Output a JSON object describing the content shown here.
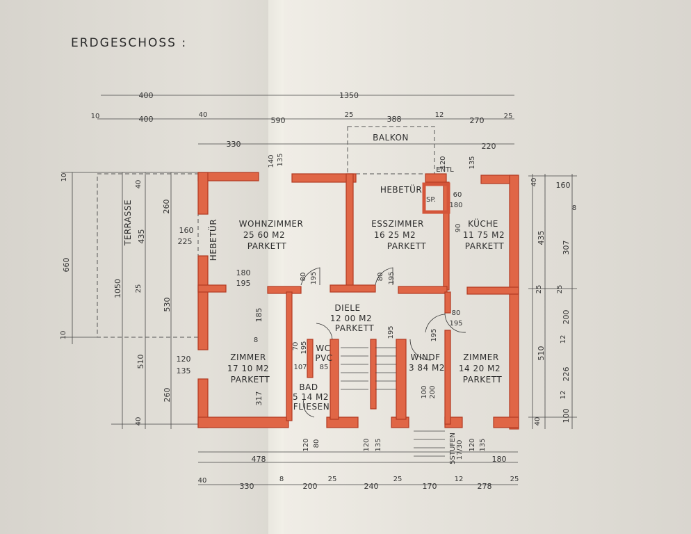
{
  "title": "ERDGESCHOSS :",
  "colors": {
    "wall": "#e06646",
    "paper": "#e3e0d9",
    "ink": "#2c2c2c"
  },
  "rooms": {
    "wohnzimmer": {
      "name": "WOHNZIMMER",
      "area": "25 60 M2",
      "floor": "PARKETT"
    },
    "esszimmer": {
      "name": "ESSZIMMER",
      "area": "16 25 M2",
      "floor": "PARKETT"
    },
    "kueche": {
      "name": "KÜCHE",
      "area": "11 75 M2",
      "floor": "PARKETT"
    },
    "diele": {
      "name": "DIELE",
      "area": "12 00 M2",
      "floor": "PARKETT"
    },
    "zimmer_left": {
      "name": "ZIMMER",
      "area": "17 10 M2",
      "floor": "PARKETT"
    },
    "zimmer_right": {
      "name": "ZIMMER",
      "area": "14 20 M2",
      "floor": "PARKETT"
    },
    "bad": {
      "name": "BAD",
      "area": "5 14 M2",
      "floor": "FLIESEN"
    },
    "windf": {
      "name": "WINDF",
      "area": "3 84 M2"
    },
    "wc": {
      "name": "WC",
      "extra": "PVC"
    }
  },
  "labels": {
    "balkon": "BALKON",
    "terrasse": "TERRASSE",
    "hebetuer_top": "HEBETÜR",
    "hebetuer_left": "HEBETÜR",
    "sp": "SP.",
    "entl": "ENTL",
    "stufen": "5STUFEN",
    "stufen_dim": "17/30"
  },
  "dimensions": {
    "top": {
      "r1": [
        "400",
        "1350"
      ],
      "r2": [
        "10",
        "400",
        "40",
        "590",
        "25",
        "388",
        "12",
        "270",
        "25"
      ],
      "r3": [
        "330",
        "220"
      ],
      "small": [
        "140",
        "135",
        "120",
        "135",
        "60",
        "180",
        "90"
      ]
    },
    "left": [
      "10",
      "40",
      "260",
      "160",
      "225",
      "660",
      "1050",
      "435",
      "25",
      "530",
      "10",
      "510",
      "120",
      "135",
      "260",
      "40"
    ],
    "inner": [
      "180",
      "195",
      "185",
      "80",
      "195",
      "80",
      "195",
      "80",
      "195",
      "8",
      "70",
      "195",
      "107",
      "85",
      "317",
      "195",
      "200",
      "100",
      "195"
    ],
    "right": [
      "160",
      "40",
      "8",
      "435",
      "307",
      "25",
      "25",
      "200",
      "12",
      "510",
      "226",
      "12",
      "40",
      "100"
    ],
    "bottom": {
      "r1": [
        "120",
        "80",
        "120",
        "135",
        "120",
        "135"
      ],
      "r2": [
        "478",
        "180"
      ],
      "r3": [
        "40",
        "330",
        "8",
        "200",
        "25",
        "240",
        "25",
        "170",
        "12",
        "278",
        "25"
      ]
    }
  }
}
